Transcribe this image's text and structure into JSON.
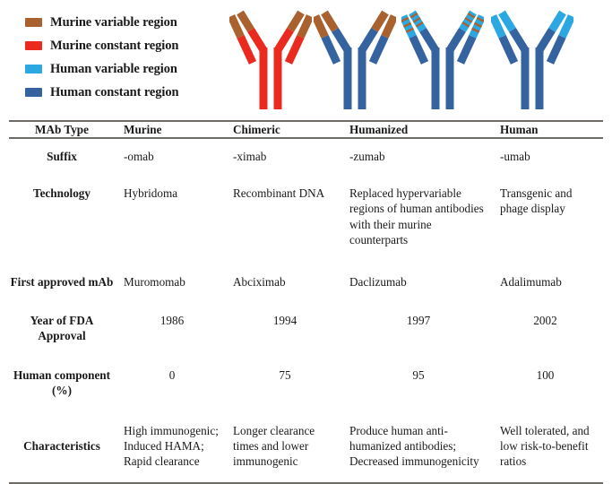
{
  "legend": {
    "items": [
      {
        "label": "Murine variable region",
        "color": "#a9622f",
        "icon": "color-swatch"
      },
      {
        "label": "Murine constant region",
        "color": "#ea2a1e",
        "icon": "color-swatch"
      },
      {
        "label": "Human variable region",
        "color": "#2ba7e2",
        "icon": "color-swatch"
      },
      {
        "label": "Human constant region",
        "color": "#34639f",
        "icon": "color-swatch"
      }
    ]
  },
  "diagrams": [
    {
      "name": "murine-antibody",
      "variable_color": "#a9622f",
      "constant_color": "#ea2a1e",
      "cdr": false
    },
    {
      "name": "chimeric-antibody",
      "variable_color": "#a9622f",
      "constant_color": "#34639f",
      "cdr": false
    },
    {
      "name": "humanized-antibody",
      "variable_color": "#2ba7e2",
      "constant_color": "#34639f",
      "cdr": true,
      "cdr_color": "#a9622f"
    },
    {
      "name": "human-antibody",
      "variable_color": "#2ba7e2",
      "constant_color": "#34639f",
      "cdr": false
    }
  ],
  "table": {
    "headers": [
      "MAb Type",
      "Murine",
      "Chimeric",
      "Humanized",
      "Human"
    ],
    "rows": [
      {
        "label": "Suffix",
        "cells": [
          "-omab",
          "-ximab",
          "-zumab",
          "-umab"
        ]
      },
      {
        "label": "Technology",
        "cells": [
          "Hybridoma",
          "Recombinant DNA",
          "Replaced hypervariable regions of human antibodies with their murine counterparts",
          "Transgenic and phage display"
        ]
      },
      {
        "label": "First approved mAb",
        "cells": [
          "Muromomab",
          "Abciximab",
          "Daclizumab",
          "Adalimumab"
        ]
      },
      {
        "label": "Year of FDA Approval",
        "cells": [
          "1986",
          "1994",
          "1997",
          "2002"
        ]
      },
      {
        "label": "Human component (%)",
        "cells": [
          "0",
          "75",
          "95",
          "100"
        ]
      },
      {
        "label": "Characteristics",
        "cells": [
          "High immunogenic; Induced HAMA; Rapid clearance",
          "Longer clearance times and lower immunogenic",
          "Produce human anti-humanized antibodies; Decreased immunogenicity",
          "Well tolerated, and low risk-to-benefit ratios"
        ]
      }
    ]
  }
}
